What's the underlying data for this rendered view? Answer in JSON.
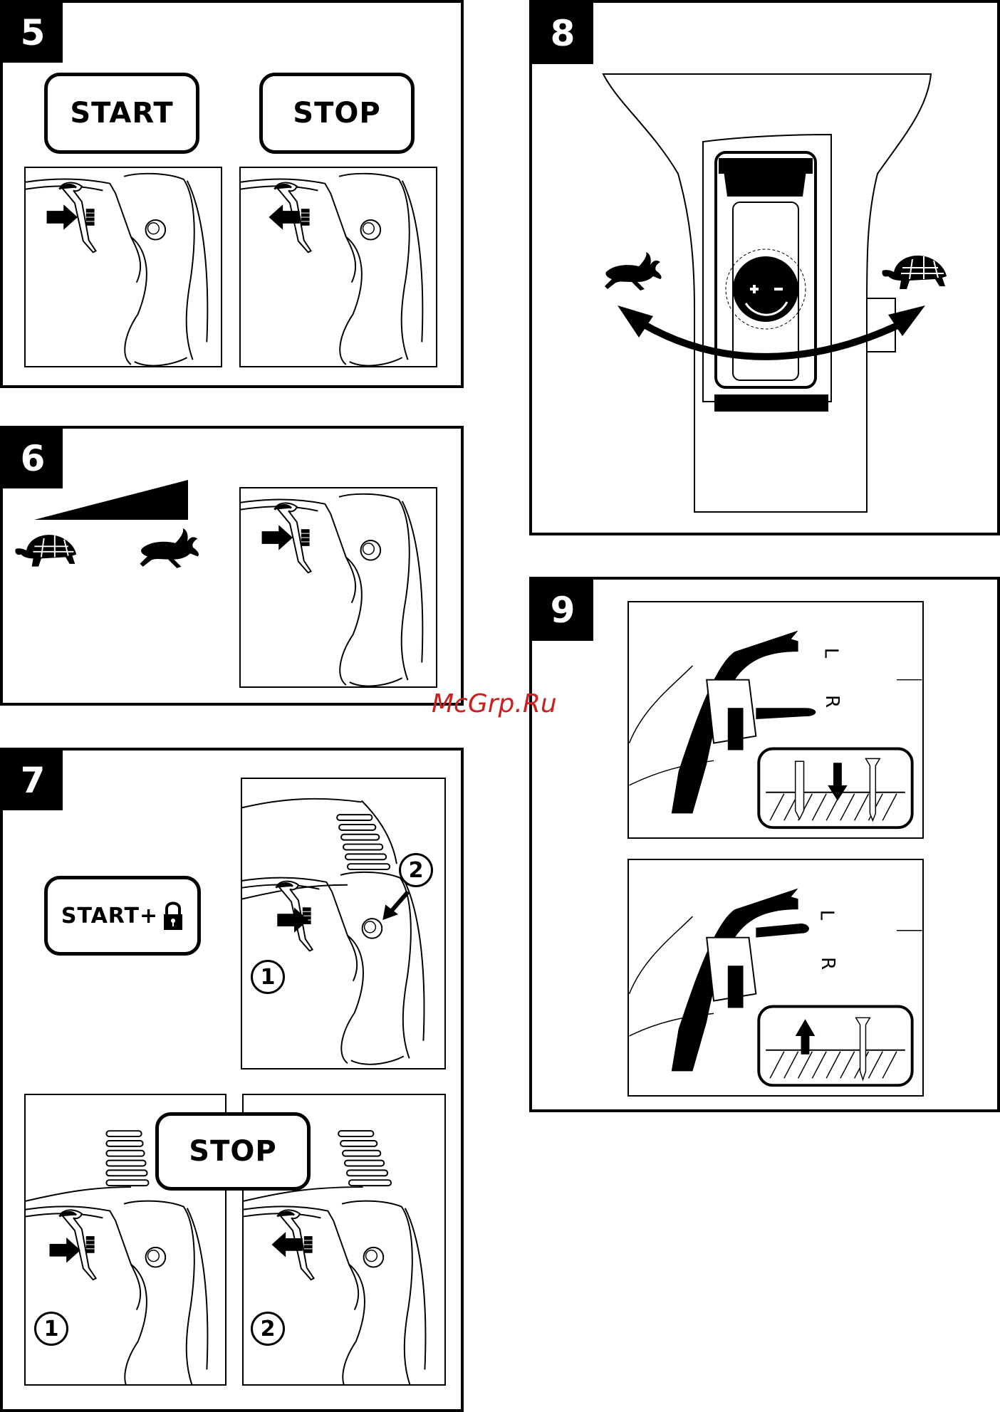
{
  "panels": {
    "p5": {
      "number": "5",
      "start_label": "START",
      "stop_label": "STOP"
    },
    "p6": {
      "number": "6"
    },
    "p7": {
      "number": "7",
      "start_lock_label": "START+",
      "stop_label": "STOP",
      "step1": "1",
      "step2": "2"
    },
    "p8": {
      "number": "8"
    },
    "p9": {
      "number": "9",
      "l_label": "L",
      "r_label": "R"
    }
  },
  "watermark": "McGrp.Ru",
  "icons": [
    "start-trigger-icon",
    "hare-icon",
    "tortoise-icon",
    "padlock-icon",
    "speed-dial-icon",
    "drill-bit-icon",
    "screw-icon"
  ]
}
